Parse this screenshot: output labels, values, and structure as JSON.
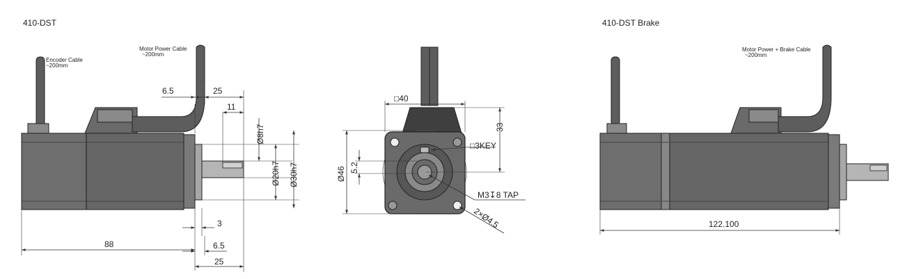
{
  "titles": {
    "left": "410-DST",
    "right": "410-DST Brake"
  },
  "notes": {
    "encoder_cable": [
      "Encoder Cable",
      "~200mm"
    ],
    "power_cable": [
      "Motor Power Cable",
      "~200mm"
    ],
    "brake_cable": [
      "Motor Power + Brake Cable",
      "~200mm"
    ]
  },
  "side_view_dims": {
    "d6_5_top": "6.5",
    "d25_top": "25",
    "d11": "11",
    "d8h7": "Ø8h7",
    "d20h7": "Ø20h7",
    "d30h7": "Ø30h7",
    "d3": "3",
    "d88": "88",
    "d6_5_bottom": "6.5",
    "d25_bottom": "25"
  },
  "front_view_dims": {
    "sq40": "□40",
    "d33": "33",
    "key": "□3KEY",
    "d46": "Ø46",
    "d5_2": "5.2",
    "tap": "M3↧8 TAP",
    "holes": "2×Ø4.5"
  },
  "brake_view_dims": {
    "length": "122.100"
  },
  "colors": {
    "body": "#6e6e6e",
    "body_dark": "#5a5a5a",
    "flange": "#a7a7a7",
    "cable": "#5d5d5d",
    "line": "#222222"
  }
}
